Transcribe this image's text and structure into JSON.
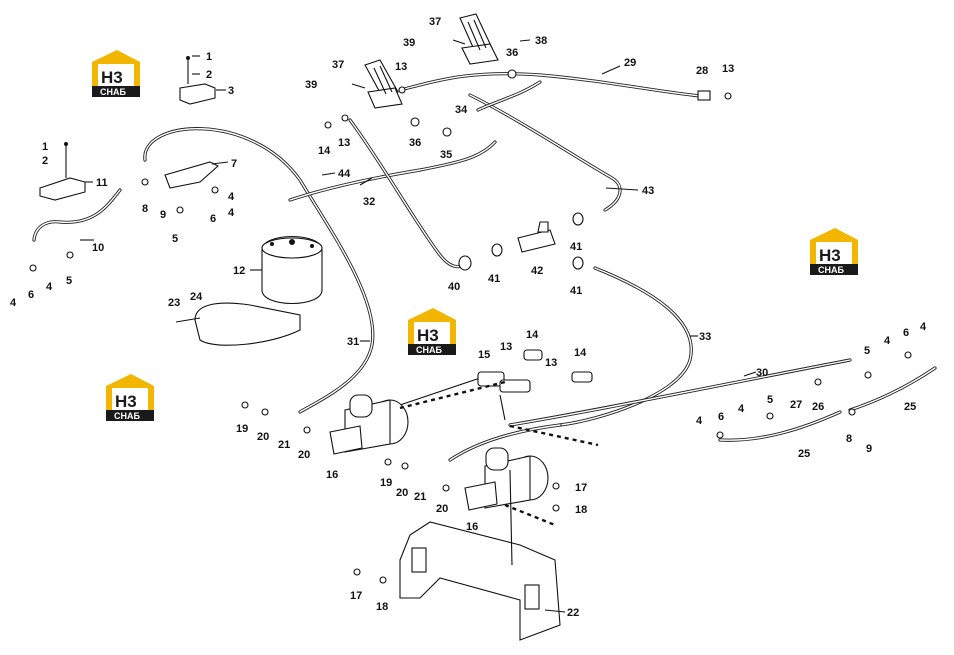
{
  "watermark": {
    "logo_text": "Н3",
    "caption": "СНАБ",
    "accent_color": "#f2b600",
    "dark_color": "#1a1a1a"
  },
  "callouts": [
    {
      "id": "c1a",
      "text": "1"
    },
    {
      "id": "c2a",
      "text": "2"
    },
    {
      "id": "c3",
      "text": "3"
    },
    {
      "id": "c1b",
      "text": "1"
    },
    {
      "id": "c2b",
      "text": "2"
    },
    {
      "id": "c11",
      "text": "11"
    },
    {
      "id": "c7",
      "text": "7"
    },
    {
      "id": "c8a",
      "text": "8"
    },
    {
      "id": "c9a",
      "text": "9"
    },
    {
      "id": "c4a",
      "text": "4"
    },
    {
      "id": "c6a",
      "text": "6"
    },
    {
      "id": "c4b",
      "text": "4"
    },
    {
      "id": "c5a",
      "text": "5"
    },
    {
      "id": "c10",
      "text": "10"
    },
    {
      "id": "c4c",
      "text": "4"
    },
    {
      "id": "c6b",
      "text": "6"
    },
    {
      "id": "c4d",
      "text": "4"
    },
    {
      "id": "c5b",
      "text": "5"
    },
    {
      "id": "c12",
      "text": "12"
    },
    {
      "id": "c23",
      "text": "23"
    },
    {
      "id": "c24",
      "text": "24"
    },
    {
      "id": "c44",
      "text": "44"
    },
    {
      "id": "c32",
      "text": "32"
    },
    {
      "id": "c14a",
      "text": "14"
    },
    {
      "id": "c13a",
      "text": "13"
    },
    {
      "id": "c37a",
      "text": "37"
    },
    {
      "id": "c39a",
      "text": "39"
    },
    {
      "id": "c13b",
      "text": "13"
    },
    {
      "id": "c36a",
      "text": "36"
    },
    {
      "id": "c35",
      "text": "35"
    },
    {
      "id": "c34",
      "text": "34"
    },
    {
      "id": "c37b",
      "text": "37"
    },
    {
      "id": "c39b",
      "text": "39"
    },
    {
      "id": "c38",
      "text": "38"
    },
    {
      "id": "c36b",
      "text": "36"
    },
    {
      "id": "c29",
      "text": "29"
    },
    {
      "id": "c28",
      "text": "28"
    },
    {
      "id": "c13c",
      "text": "13"
    },
    {
      "id": "c43",
      "text": "43"
    },
    {
      "id": "c40",
      "text": "40"
    },
    {
      "id": "c41a",
      "text": "41"
    },
    {
      "id": "c42",
      "text": "42"
    },
    {
      "id": "c41b",
      "text": "41"
    },
    {
      "id": "c41c",
      "text": "41"
    },
    {
      "id": "c31",
      "text": "31"
    },
    {
      "id": "c33",
      "text": "33"
    },
    {
      "id": "c15",
      "text": "15"
    },
    {
      "id": "c13d",
      "text": "13"
    },
    {
      "id": "c14b",
      "text": "14"
    },
    {
      "id": "c13e",
      "text": "13"
    },
    {
      "id": "c14c",
      "text": "14"
    },
    {
      "id": "c30",
      "text": "30"
    },
    {
      "id": "c27",
      "text": "27"
    },
    {
      "id": "c26",
      "text": "26"
    },
    {
      "id": "c5c",
      "text": "5"
    },
    {
      "id": "c4e",
      "text": "4"
    },
    {
      "id": "c6c",
      "text": "6"
    },
    {
      "id": "c4f",
      "text": "4"
    },
    {
      "id": "c25a",
      "text": "25"
    },
    {
      "id": "c8b",
      "text": "8"
    },
    {
      "id": "c9b",
      "text": "9"
    },
    {
      "id": "c25b",
      "text": "25"
    },
    {
      "id": "c4g",
      "text": "4"
    },
    {
      "id": "c6d",
      "text": "6"
    },
    {
      "id": "c4h",
      "text": "4"
    },
    {
      "id": "c5d",
      "text": "5"
    },
    {
      "id": "c19a",
      "text": "19"
    },
    {
      "id": "c20a",
      "text": "20"
    },
    {
      "id": "c21a",
      "text": "21"
    },
    {
      "id": "c20b",
      "text": "20"
    },
    {
      "id": "c16a",
      "text": "16"
    },
    {
      "id": "c19b",
      "text": "19"
    },
    {
      "id": "c20c",
      "text": "20"
    },
    {
      "id": "c21b",
      "text": "21"
    },
    {
      "id": "c20d",
      "text": "20"
    },
    {
      "id": "c16b",
      "text": "16"
    },
    {
      "id": "c17a",
      "text": "17"
    },
    {
      "id": "c18a",
      "text": "18"
    },
    {
      "id": "c17b",
      "text": "17"
    },
    {
      "id": "c18b",
      "text": "18"
    },
    {
      "id": "c22",
      "text": "22"
    }
  ]
}
